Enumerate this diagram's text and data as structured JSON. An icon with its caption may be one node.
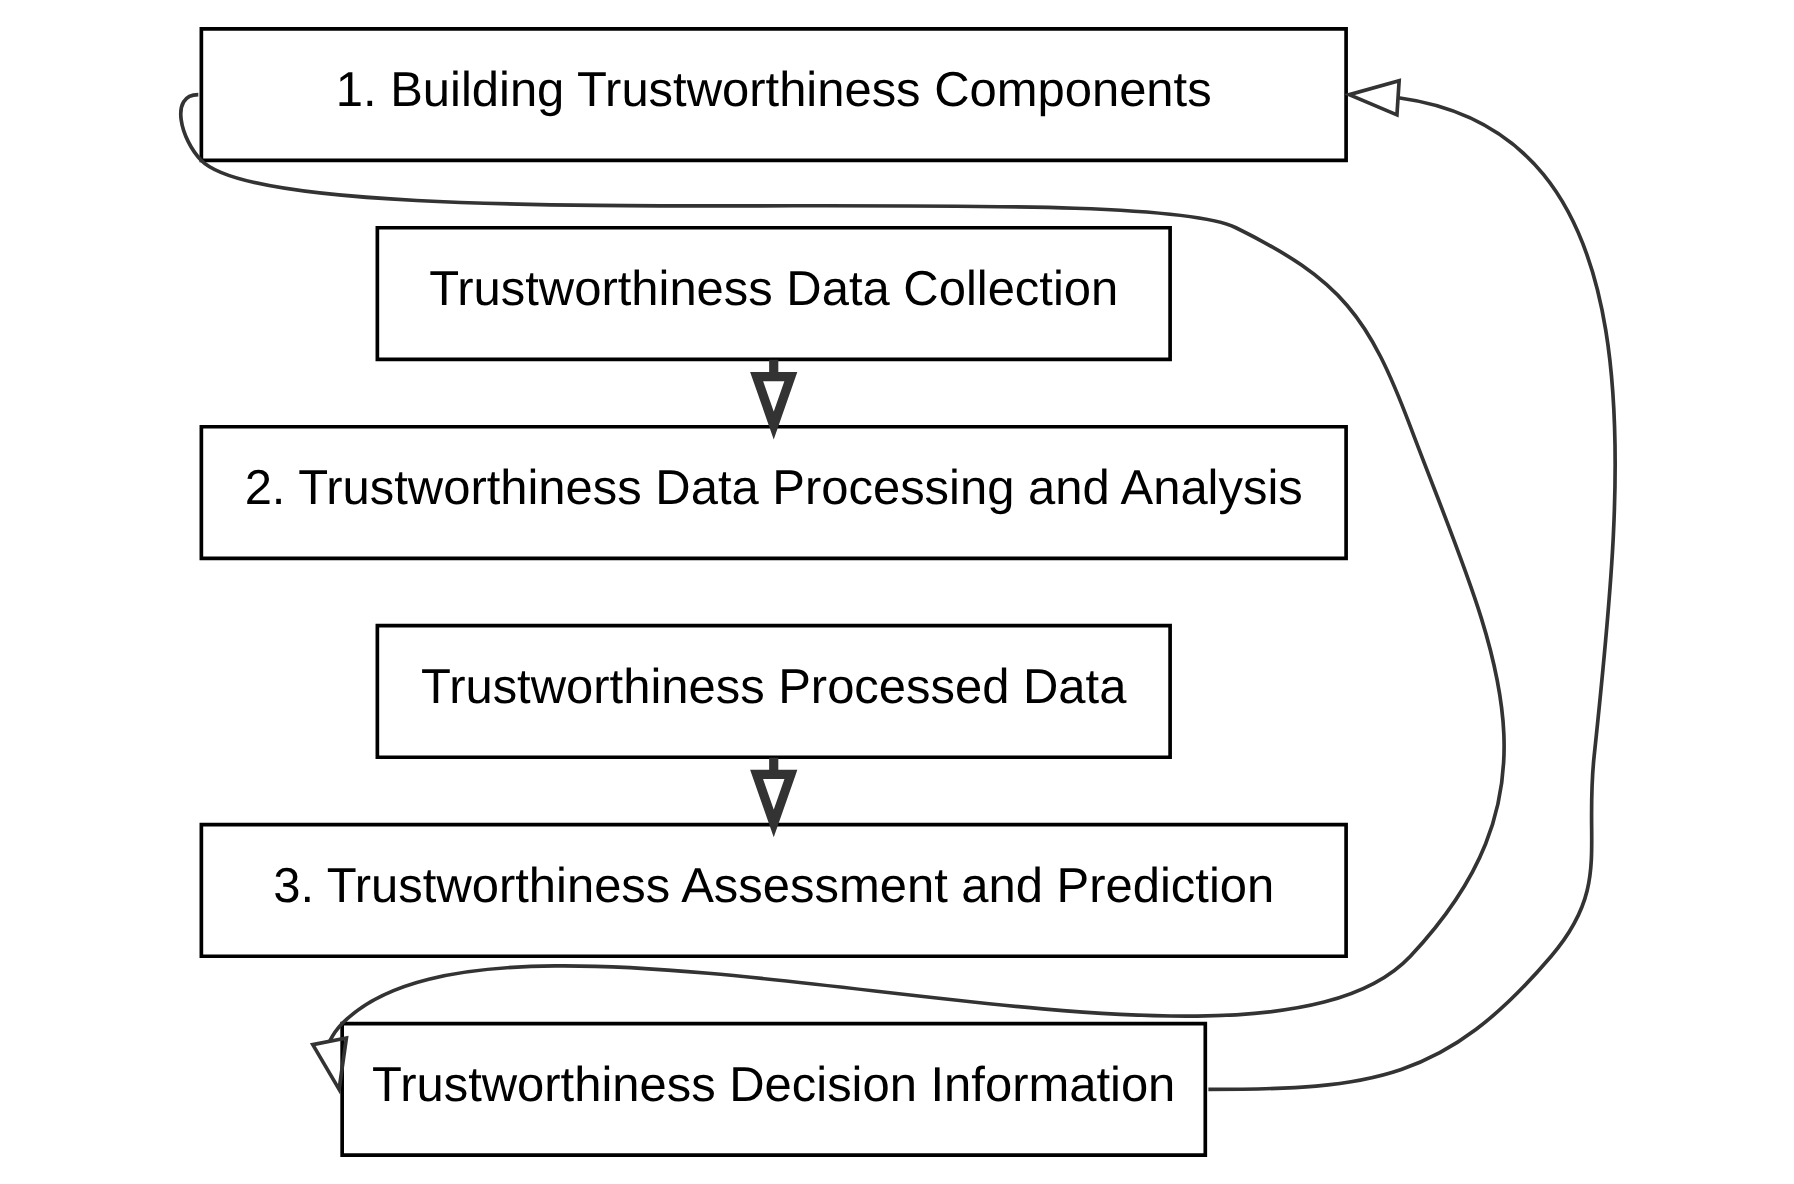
{
  "diagram": {
    "nodes": [
      {
        "text": [
          "1. Building Trustworthiness Components"
        ]
      },
      {
        "text": [
          "Trustworthiness Data Collection"
        ]
      },
      {
        "text": [
          "2. Trustworthiness Data Processing and Analysis"
        ]
      },
      {
        "text": [
          "Trustworthiness Processed Data"
        ]
      },
      {
        "text": [
          "3. Trustworthiness Assessment and Prediction"
        ]
      },
      {
        "text": [
          "Trustworthiness Decision Information"
        ]
      }
    ],
    "edges": [
      {
        "from": 1,
        "to": 2,
        "arrow": "to",
        "style": "thick"
      },
      {
        "from": 3,
        "to": 4,
        "arrow": "to",
        "style": "thick"
      },
      {
        "from": 0,
        "to": 5,
        "arrow": "to"
      },
      {
        "from": 5,
        "to": 0,
        "arrow": "to"
      }
    ]
  }
}
